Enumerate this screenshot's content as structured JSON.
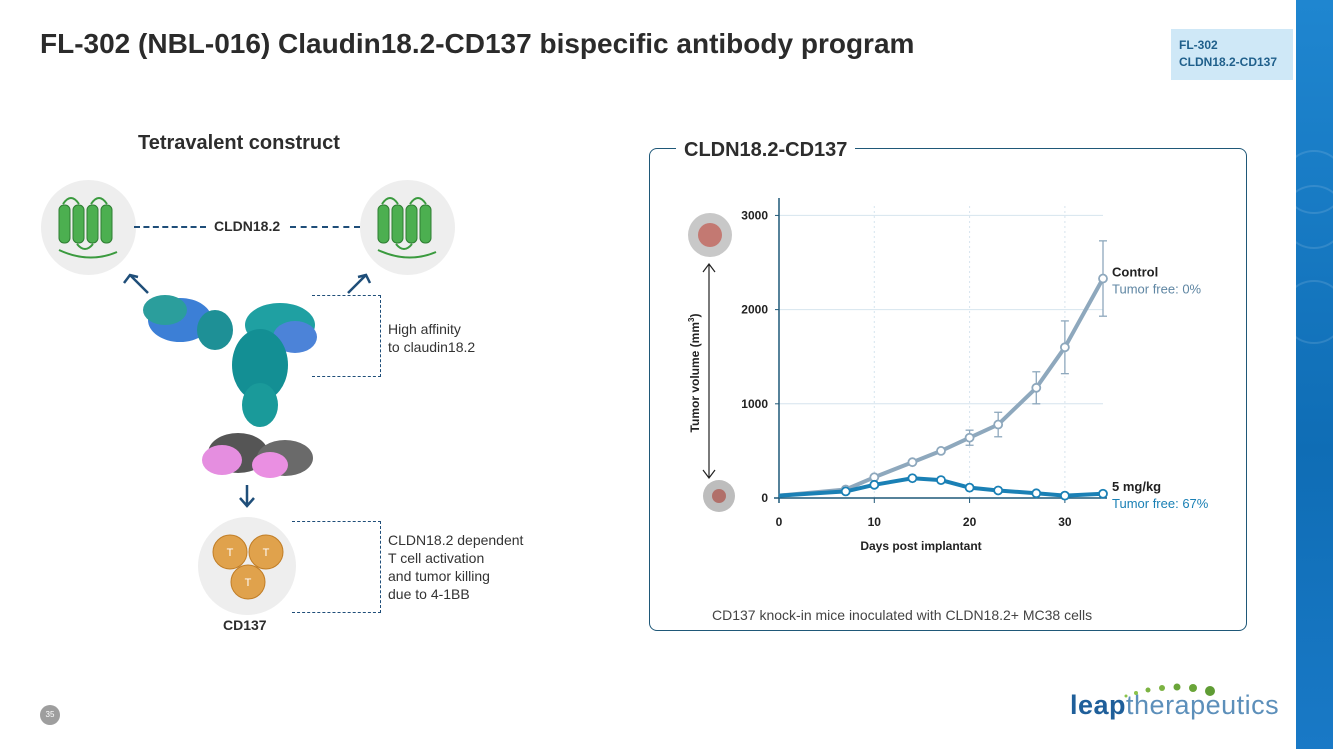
{
  "title": "FL-302 (NBL-016) Claudin18.2-CD137 bispecific antibody program",
  "tag": {
    "line1": "FL-302",
    "line2": "CLDN18.2-CD137"
  },
  "left": {
    "heading": "Tetravalent construct",
    "cldn_label": "CLDN18.2",
    "affinity_note": "High affinity\nto claudin18.2",
    "cd137_label": "CD137",
    "tcell_label": "T",
    "activation_note": "CLDN18.2 dependent\nT cell activation\nand tumor killing\ndue to 4-1BB"
  },
  "chart": {
    "title": "CLDN18.2-CD137",
    "footnote": "CD137 knock-in mice inoculated with CLDN18.2+ MC38 cells",
    "ylabel_main": "Tumor volume (mm",
    "ylabel_sup": "3",
    "ylabel_close": ")",
    "xlabel": "Days post implantant"
  },
  "chart_data": {
    "type": "line",
    "xlabel": "Days post implantant",
    "ylabel": "Tumor volume (mm3)",
    "xlim": [
      0,
      34
    ],
    "ylim": [
      0,
      3100
    ],
    "xticks": [
      0,
      10,
      20,
      30
    ],
    "yticks": [
      0,
      1000,
      2000,
      3000
    ],
    "grid": true,
    "series": [
      {
        "name": "Control",
        "annotation": "Tumor free: 0%",
        "color": "#8ea8bd",
        "x": [
          0,
          7,
          10,
          14,
          17,
          20,
          23,
          27,
          30,
          34
        ],
        "y": [
          25,
          90,
          220,
          380,
          500,
          640,
          780,
          1170,
          1600,
          2330
        ],
        "err": [
          0,
          0,
          0,
          0,
          0,
          80,
          130,
          170,
          280,
          400
        ]
      },
      {
        "name": "5 mg/kg",
        "annotation": "Tumor free: 67%",
        "color": "#1a80b5",
        "x": [
          0,
          7,
          10,
          14,
          17,
          20,
          23,
          27,
          30,
          34
        ],
        "y": [
          25,
          70,
          140,
          210,
          190,
          110,
          80,
          50,
          25,
          45
        ],
        "err": [
          0,
          0,
          0,
          0,
          0,
          0,
          0,
          0,
          0,
          0
        ]
      }
    ]
  },
  "footer": {
    "page": "35",
    "logo_bold": "leap",
    "logo_rest": "therapeutics"
  }
}
